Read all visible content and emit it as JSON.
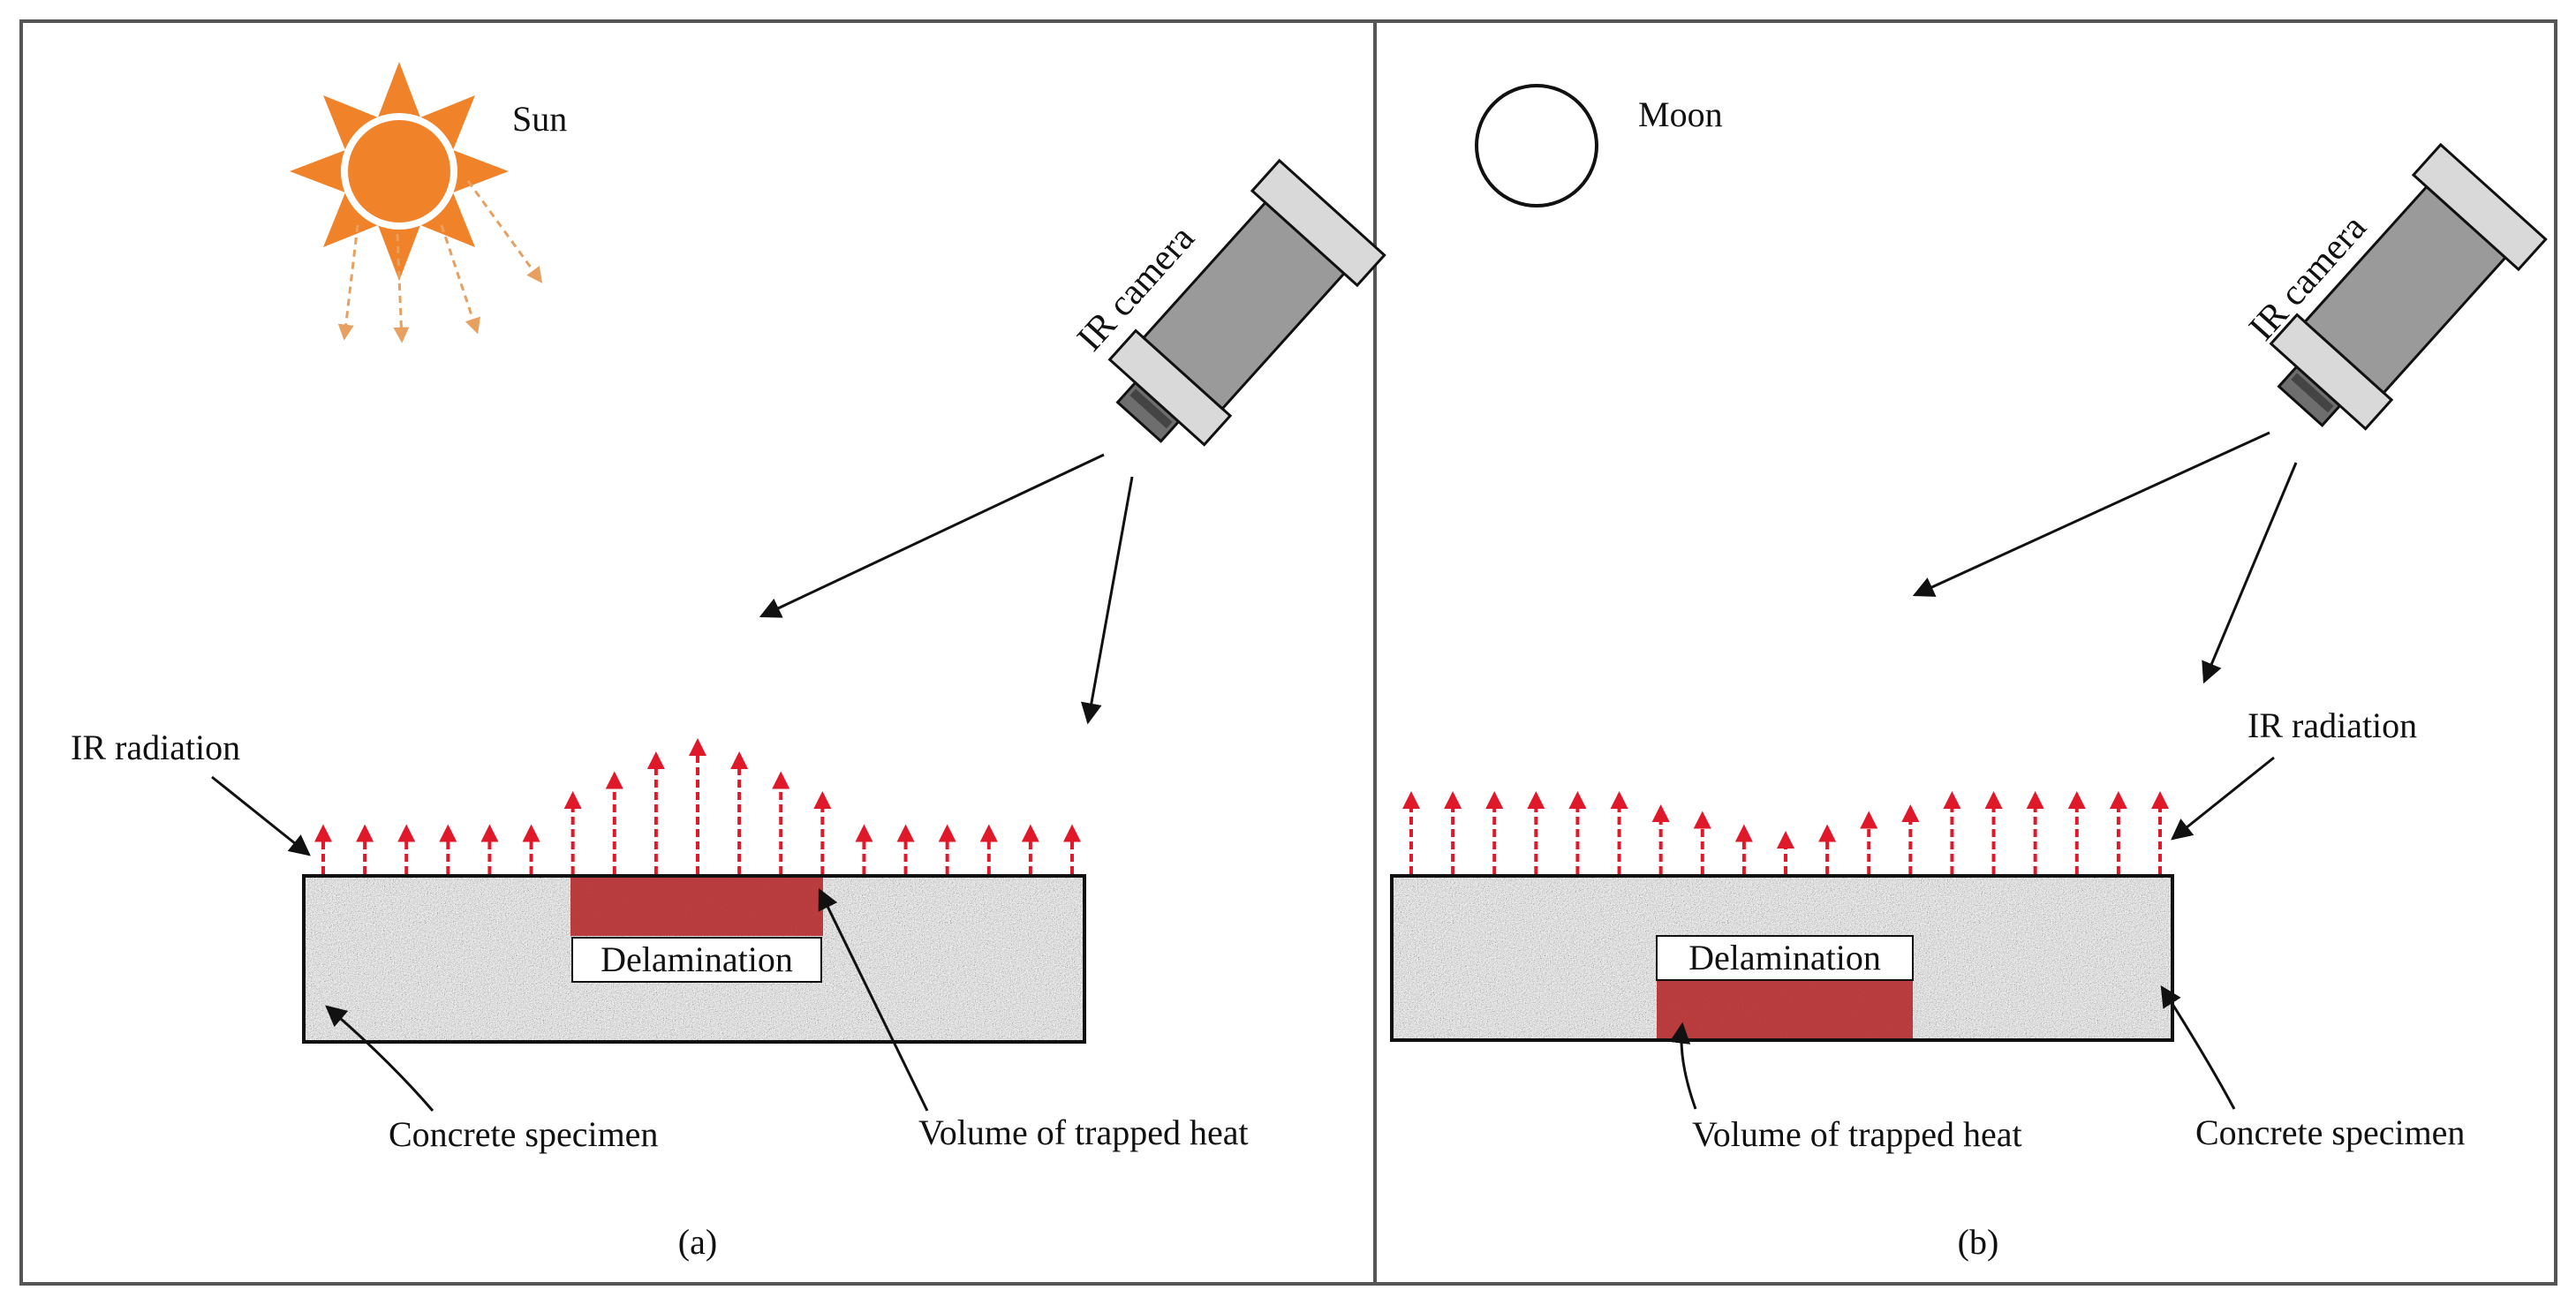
{
  "colors": {
    "frame": "#555555",
    "sun": "#f0832a",
    "sun_ray": "#e8a060",
    "camera_body": "#9a9a9a",
    "camera_cap": "#d9d9d9",
    "camera_lens": "#6e6e6e",
    "ir_arrow": "#e0192a",
    "delamination": "#b52a2c",
    "concrete": "#8c8c8c",
    "label_arrow": "#111111"
  },
  "panel_a": {
    "sun_label": "Sun",
    "camera_label": "IR camera",
    "ir_label": "IR radiation",
    "delamination_label": "Delamination",
    "specimen_label": "Concrete specimen",
    "trapped_heat_label": "Volume of trapped heat",
    "caption": "(a)",
    "sun_icon": "sun-icon",
    "camera_icon": "ir-camera-icon",
    "emission_levels": [
      0.35,
      0.35,
      0.35,
      0.35,
      0.35,
      0.35,
      0.6,
      0.75,
      0.9,
      1.0,
      0.9,
      0.75,
      0.6,
      0.35,
      0.35,
      0.35,
      0.35,
      0.35,
      0.35
    ]
  },
  "panel_b": {
    "moon_label": "Moon",
    "camera_label": "IR camera",
    "ir_label": "IR radiation",
    "delamination_label": "Delamination",
    "specimen_label": "Concrete specimen",
    "trapped_heat_label": "Volume of trapped heat",
    "caption": "(b)",
    "moon_icon": "moon-icon",
    "camera_icon": "ir-camera-icon",
    "emission_levels": [
      0.6,
      0.6,
      0.6,
      0.6,
      0.6,
      0.6,
      0.5,
      0.45,
      0.35,
      0.3,
      0.35,
      0.45,
      0.5,
      0.6,
      0.6,
      0.6,
      0.6,
      0.6,
      0.6
    ]
  }
}
